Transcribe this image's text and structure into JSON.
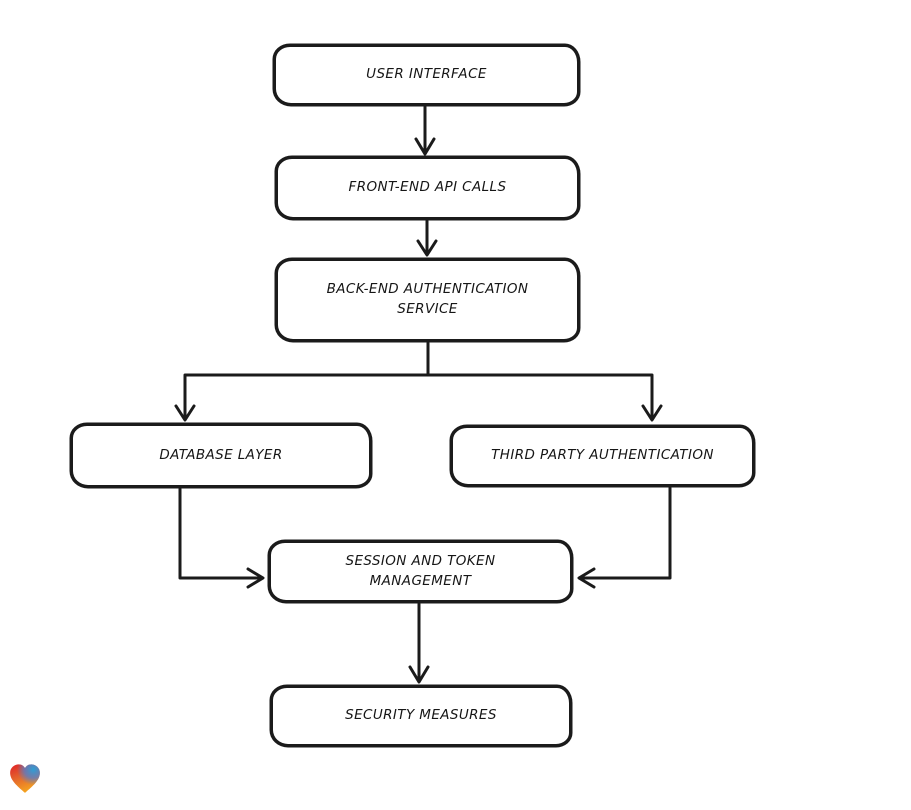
{
  "diagram": {
    "type": "flowchart",
    "stroke_color": "#1b1b1b",
    "background_color": "#ffffff",
    "nodes": {
      "user_interface": {
        "label": "USER INTERFACE"
      },
      "frontend_api": {
        "label": "FRONT-END API CALLS"
      },
      "backend_auth": {
        "label": "BACK-END AUTHENTICATION SERVICE"
      },
      "database": {
        "label": "DATABASE LAYER"
      },
      "third_party": {
        "label": "THIRD PARTY AUTHENTICATION"
      },
      "session_token": {
        "label": "SESSION AND TOKEN MANAGEMENT"
      },
      "security": {
        "label": "SECURITY MEASURES"
      }
    },
    "edges": [
      {
        "from": "user_interface",
        "to": "frontend_api"
      },
      {
        "from": "frontend_api",
        "to": "backend_auth"
      },
      {
        "from": "backend_auth",
        "to": "database"
      },
      {
        "from": "backend_auth",
        "to": "third_party"
      },
      {
        "from": "database",
        "to": "session_token"
      },
      {
        "from": "third_party",
        "to": "session_token"
      },
      {
        "from": "session_token",
        "to": "security"
      }
    ]
  },
  "logo": {
    "shape": "gradient-heart",
    "colors": {
      "top_left": "#e02828",
      "top_right": "#2e9fd4",
      "bottom": "#f59d1f"
    }
  }
}
